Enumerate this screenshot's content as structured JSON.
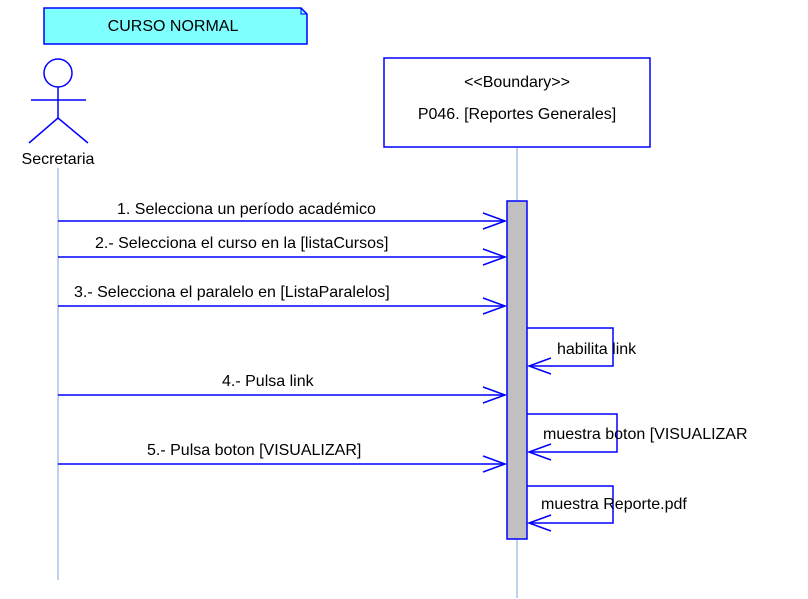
{
  "note": {
    "text": "CURSO NORMAL"
  },
  "actor": {
    "name": "Secretaria"
  },
  "boundary": {
    "stereotype": "<<Boundary>>",
    "name": "P046. [Reportes Generales]"
  },
  "messages": [
    {
      "text": "1. Selecciona un período académico"
    },
    {
      "text": "2.- Selecciona el curso en la [listaCursos]"
    },
    {
      "text": "3.- Selecciona el paralelo en [ListaParalelos]"
    },
    {
      "text": "4.- Pulsa link"
    },
    {
      "text": "5.- Pulsa boton [VISUALIZAR]"
    }
  ],
  "self_messages": [
    {
      "text": "habilita link"
    },
    {
      "text": "muestra boton [VISUALIZAR"
    },
    {
      "text": "muestra Reporte.pdf"
    }
  ],
  "colors": {
    "note_fill": "#80ffff",
    "line": "#0000ff",
    "lifeline": "#a9c4e6",
    "activation": "#c0c0c0"
  }
}
